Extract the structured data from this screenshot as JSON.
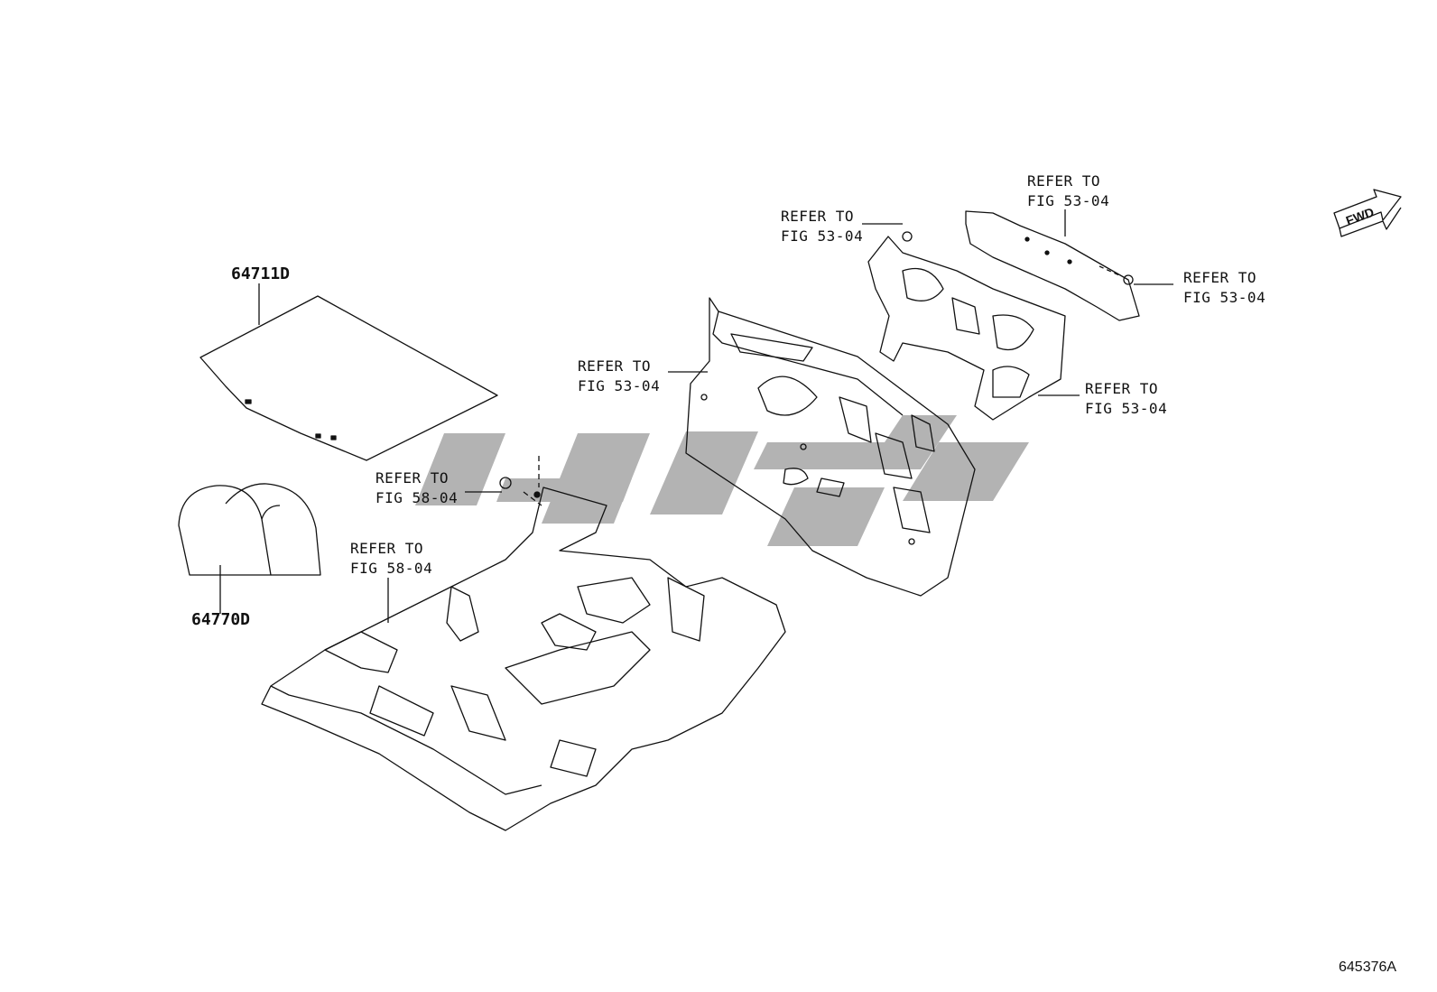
{
  "parts": [
    {
      "number": "64711D"
    },
    {
      "number": "64770D"
    }
  ],
  "callouts": [
    {
      "line1": "REFER TO",
      "line2": "FIG 53-04"
    },
    {
      "line1": "REFER TO",
      "line2": "FIG 53-04"
    },
    {
      "line1": "REFER TO",
      "line2": "FIG 53-04"
    },
    {
      "line1": "REFER TO",
      "line2": "FIG 53-04"
    },
    {
      "line1": "REFER TO",
      "line2": "FIG 53-04"
    },
    {
      "line1": "REFER TO",
      "line2": "FIG 58-04"
    },
    {
      "line1": "REFER TO",
      "line2": "FIG 58-04"
    }
  ],
  "fwd_label": "FWD",
  "figure_id": "645376A",
  "colors": {
    "line": "#111111",
    "watermark": "#9a9a9a"
  }
}
